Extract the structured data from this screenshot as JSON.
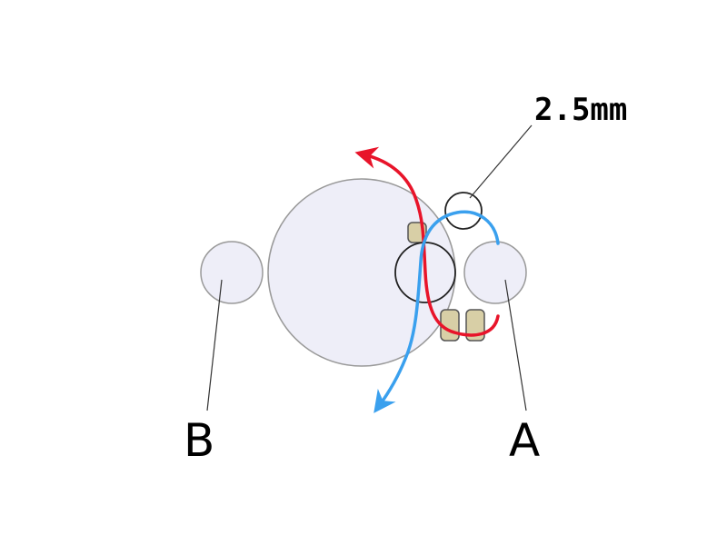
{
  "labels": {
    "left_sphere": "B",
    "right_sphere": "A",
    "dimension": "2.5mm"
  },
  "colors": {
    "sphere_fill": "#eeeef8",
    "sphere_stroke": "#999999",
    "bead_fill": "#d8cfa6",
    "bead_stroke": "#555555",
    "outline_circle": "#222222",
    "red_path": "#e8142a",
    "blue_path": "#3aa0ee",
    "leader_line": "#333333"
  }
}
